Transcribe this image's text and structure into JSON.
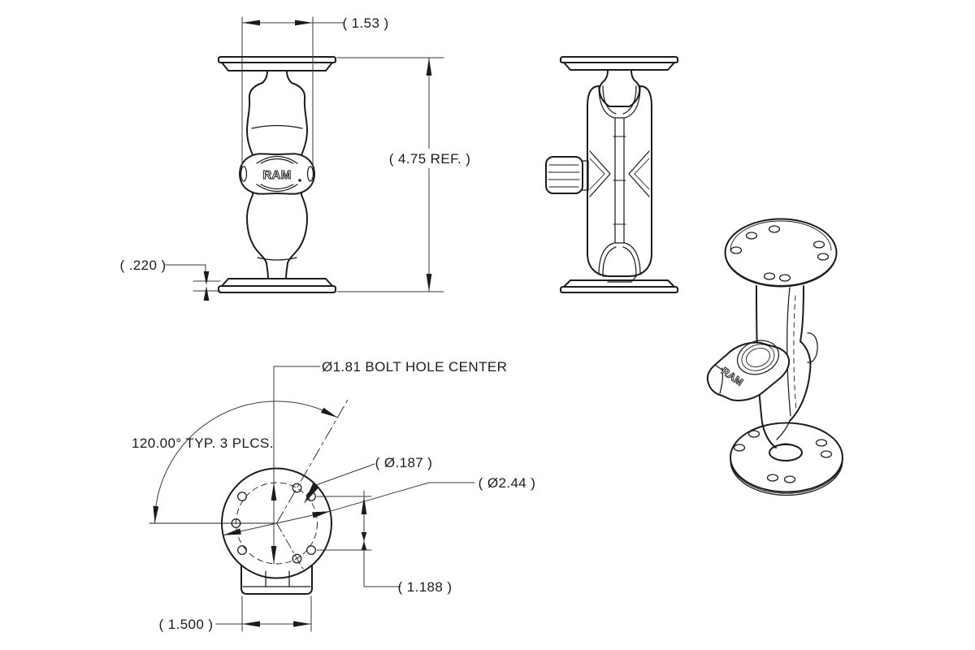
{
  "drawing": {
    "background_color": "#ffffff",
    "object_line_color": "#1c1c1c",
    "dimension_line_color": "#3a3a3a",
    "logo_text": "RAM",
    "labels": {
      "arm_width": "( 1.53 )",
      "overall_height": "( 4.75 REF. )",
      "plate_thickness": "( .220 )",
      "bolt_circle": "Ø1.81 BOLT HOLE CENTER",
      "hole_angle": "120.00° TYP. 3 PLCS.",
      "hole_diameter": "( Ø.187 )",
      "plate_diameter": "( Ø2.44 )",
      "hole_spacing_vertical": "( 1.188 )",
      "hole_spacing_horizontal": "( 1.500 )"
    }
  }
}
